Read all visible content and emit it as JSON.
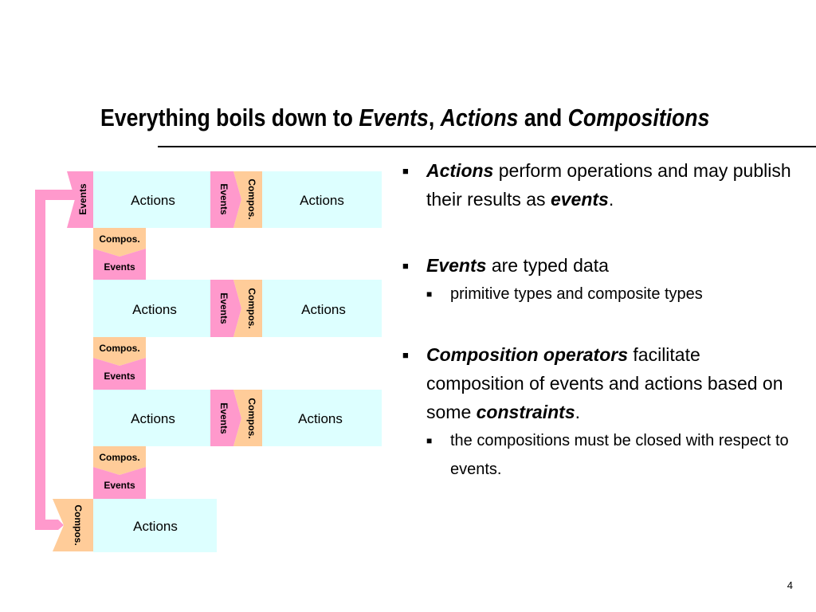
{
  "title": {
    "pre": "Everything boils down to",
    "events": "Events",
    "sep": ",",
    "actions": "Actions",
    "and": "and",
    "compositions": "Compositions"
  },
  "diagram": {
    "actions": "Actions",
    "events": "Events",
    "compos": "Compos.",
    "colors": {
      "actions_fill": "#ddffff",
      "events_fill": "#ff99cc",
      "compos_fill": "#ffcc99",
      "connector": "#ff99cc"
    }
  },
  "bullets": {
    "b1": {
      "term": "Actions",
      "text1": " perform operations and may publish their results as ",
      "term2": "events",
      "end": "."
    },
    "b2": {
      "term": "Events",
      "text": " are typed data",
      "sub": "primitive types and composite types"
    },
    "b3": {
      "term": "Composition operators",
      "text1": " facilitate composition of events and actions based on some ",
      "term2": "constraints",
      "end": ".",
      "sub": "the compositions must be closed with respect to events."
    }
  },
  "page_number": "4"
}
